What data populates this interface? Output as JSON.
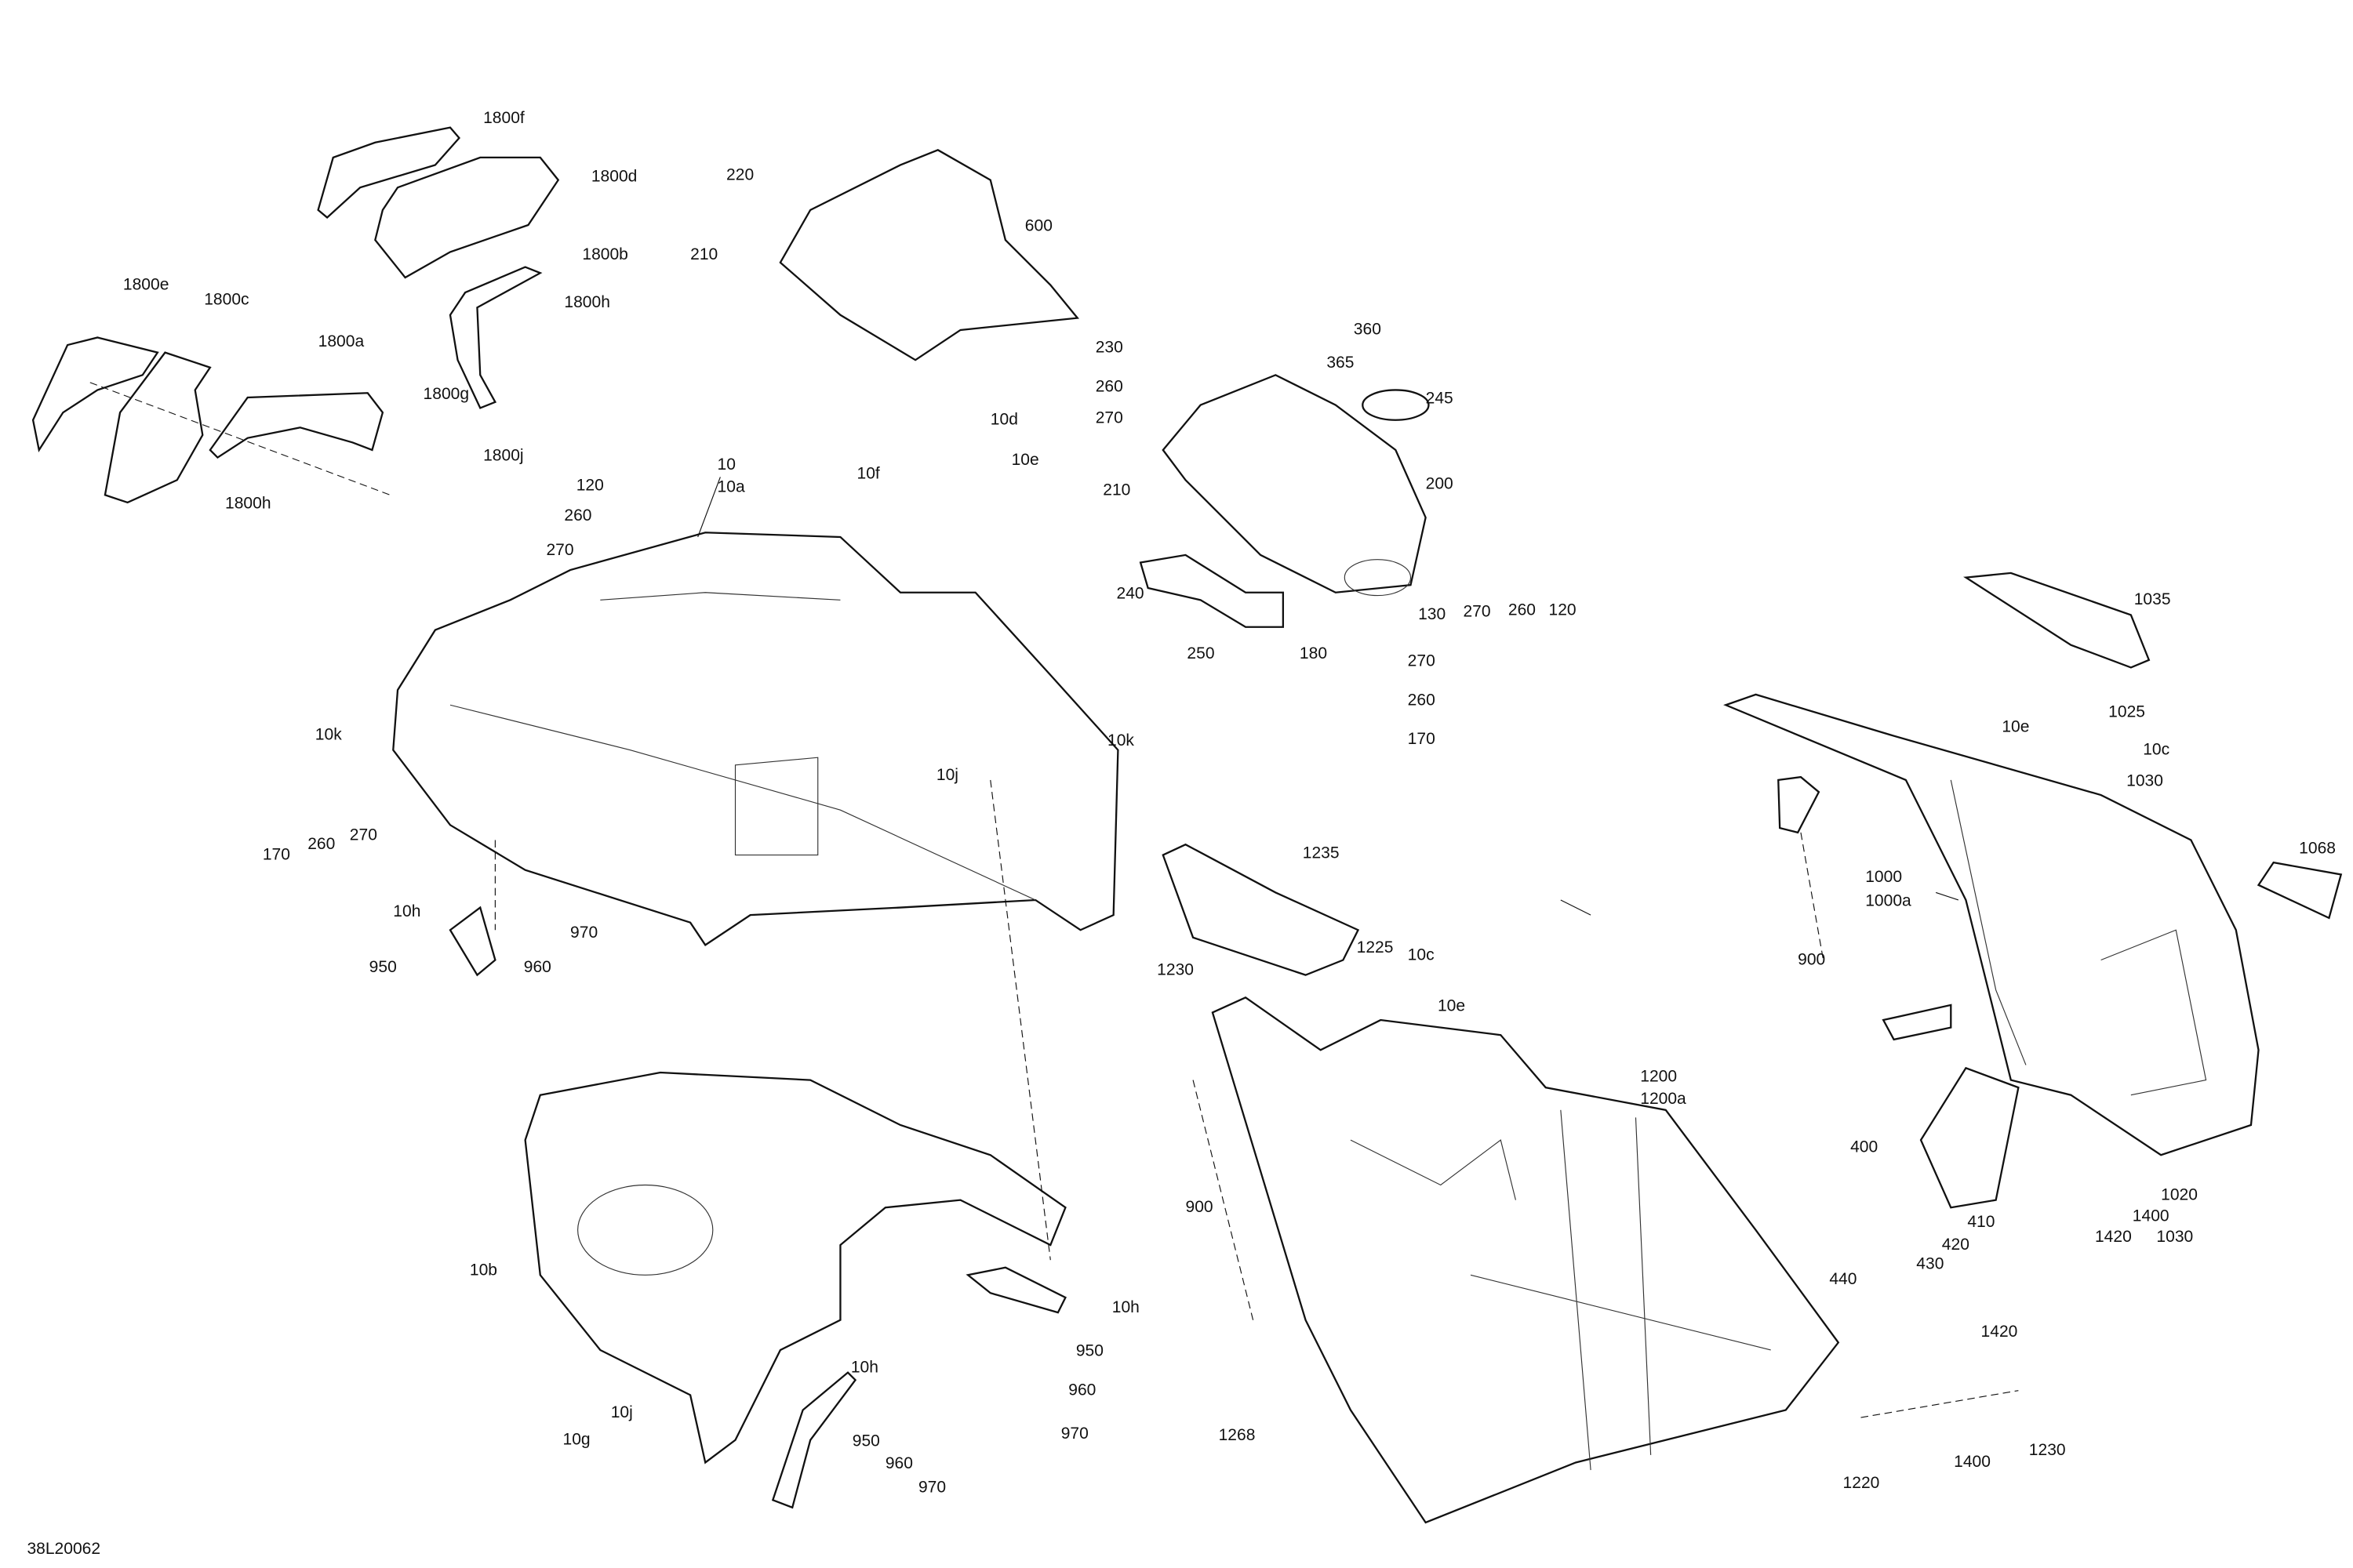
{
  "diagram_id": "38L20062",
  "labels": [
    "1800f",
    "1800d",
    "1800b",
    "1800h",
    "1800e",
    "1800c",
    "1800a",
    "1800g",
    "1800j",
    "1800h",
    "220",
    "210",
    "600",
    "120",
    "260",
    "270",
    "10",
    "10a",
    "10f",
    "230",
    "260",
    "270",
    "360",
    "365",
    "245",
    "10d",
    "10e",
    "210",
    "200",
    "240",
    "250",
    "180",
    "130",
    "270",
    "260",
    "120",
    "270",
    "260",
    "170",
    "10k",
    "170",
    "260",
    "270",
    "10j",
    "10k",
    "10h",
    "970",
    "960",
    "950",
    "1235",
    "1225",
    "1230",
    "10c",
    "10e",
    "900",
    "1200",
    "1200a",
    "10b",
    "10h",
    "950",
    "960",
    "970",
    "10g",
    "10j",
    "10h",
    "950",
    "960",
    "970",
    "1268",
    "1035",
    "1025",
    "10e",
    "10c",
    "1030",
    "1000",
    "1000a",
    "1068",
    "900",
    "400",
    "410",
    "420",
    "430",
    "440",
    "1020",
    "1400",
    "1420",
    "1030",
    "1420",
    "1230",
    "1400",
    "1220"
  ]
}
